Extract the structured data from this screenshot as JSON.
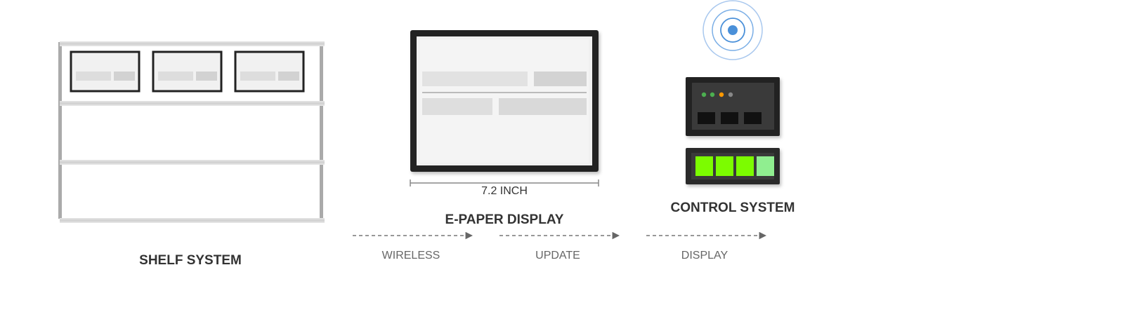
{
  "shelf": {
    "title": "SHELF SYSTEM"
  },
  "epaper": {
    "title": "E-PAPER DISPLAY",
    "size_label": "7.2 INCH"
  },
  "control": {
    "title": "CONTROL SYSTEM",
    "status_leds": [
      "#4caf50",
      "#4caf50",
      "#ff9800",
      "#888888"
    ],
    "battery": {
      "segments_lit": 3,
      "segments_total": 4,
      "lit_color": "#7cfc00",
      "dim_color": "#90ee90"
    }
  },
  "flow": {
    "steps": [
      "WIRELESS",
      "UPDATE",
      "DISPLAY"
    ]
  },
  "colors": {
    "frame_dark": "#222222",
    "shelf_grey": "#aaaaaa",
    "signal_blue": "#4a90d9",
    "panel_dark": "#333333"
  }
}
